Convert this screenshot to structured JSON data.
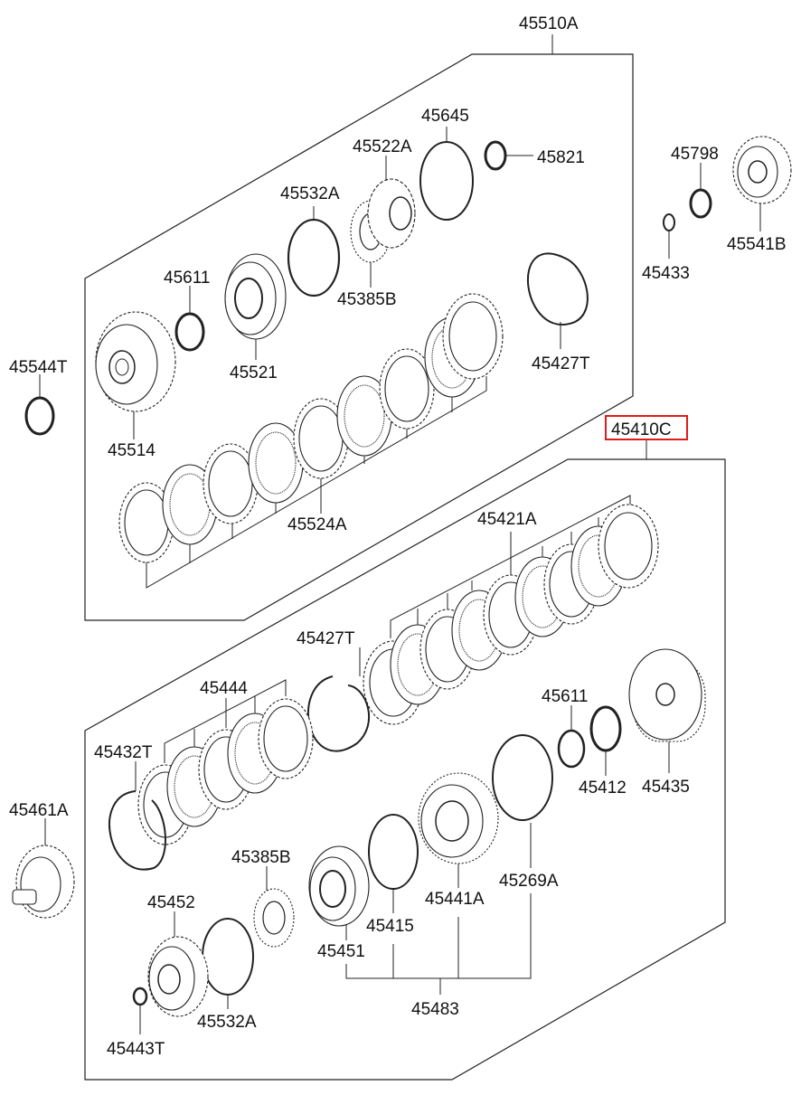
{
  "diagram": {
    "highlight_color": "#e01b1b",
    "labels": {
      "p45510A": "45510A",
      "p45645": "45645",
      "p45522A": "45522A",
      "p45821": "45821",
      "p45532A_top": "45532A",
      "p45611_top": "45611",
      "p45385B_top": "45385B",
      "p45521": "45521",
      "p45427T_top": "45427T",
      "p45544T": "45544T",
      "p45514": "45514",
      "p45524A": "45524A",
      "p45798": "45798",
      "p45433": "45433",
      "p45541B": "45541B",
      "p45410C": "45410C",
      "p45421A": "45421A",
      "p45427T_mid": "45427T",
      "p45444": "45444",
      "p45432T": "45432T",
      "p45611_mid": "45611",
      "p45412": "45412",
      "p45435": "45435",
      "p45461A": "45461A",
      "p45385B_bot": "45385B",
      "p45269A": "45269A",
      "p45441A": "45441A",
      "p45452": "45452",
      "p45415": "45415",
      "p45451": "45451",
      "p45532A_bot": "45532A",
      "p45483": "45483",
      "p45443T": "45443T"
    }
  }
}
